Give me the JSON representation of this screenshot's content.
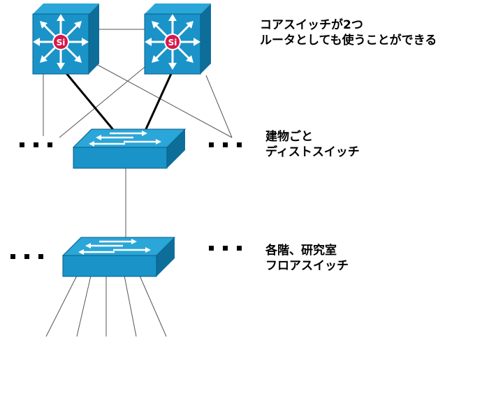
{
  "labels": {
    "core": {
      "line1": "コアスイッチが2つ",
      "line2": "ルータとしても使うことができる"
    },
    "distribution": {
      "line1": "建物ごと",
      "line2": "ディストスイッチ"
    },
    "floor": {
      "line1": "各階、研究室",
      "line2": "フロアスイッチ"
    }
  },
  "icons": {
    "core_switch_badge": "Si"
  },
  "colors": {
    "switch_front": "#1a93c8",
    "switch_top": "#2aa6d8",
    "switch_side": "#0e6e9a",
    "badge": "#d8184a"
  }
}
